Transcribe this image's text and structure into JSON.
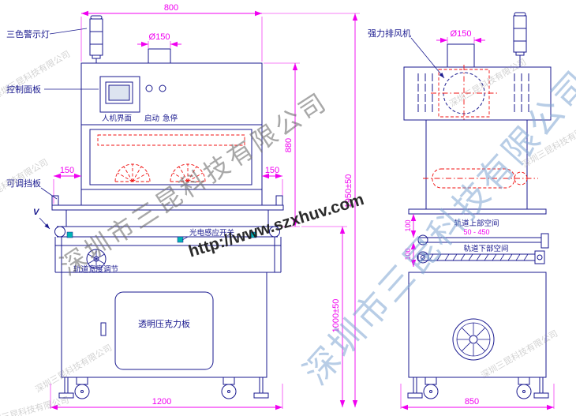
{
  "drawing": {
    "front_view": {
      "labels": {
        "warning_light": "三色警示灯",
        "control_panel": "控制面板",
        "hmi": "人机界面",
        "start_btn": "启动",
        "estop_btn": "急停",
        "adjustable_baffle": "可调挡板",
        "v_mark": "V",
        "photo_sensor": "光电感应开关",
        "track_width_adjust": "轨道宽度调节",
        "acrylic_panel": "透明压克力板"
      },
      "dims": {
        "top_width": "800",
        "duct_dia": "Ø150",
        "left_overhang": "150",
        "right_overhang": "150",
        "upper_height": "880",
        "total_height": "1950±50",
        "lower_height": "1000±50",
        "base_width": "1200"
      }
    },
    "side_view": {
      "labels": {
        "exhaust_fan": "强力排风机",
        "track_upper_space": "轨道上部空间",
        "track_upper_range": "50 - 450",
        "track_lower_space": "轨道下部空间"
      },
      "dims": {
        "duct_dia": "Ø150",
        "upper_gap": "100",
        "lower_gap": "100",
        "base_width": "850"
      }
    }
  },
  "watermarks": {
    "company_gray": "深圳市三昆科技有限公司",
    "company_blue": "深圳市三昆科技有限公司",
    "url": "http://www.szxhuv.com",
    "corner_mark": "深圳三昆科技有限公司"
  },
  "colors": {
    "line": "#1a1a8f",
    "dimension": "#f000f0",
    "detail_red": "#f01010",
    "light_red": "#ff2a2a",
    "light_yellow": "#ffe400",
    "light_green": "#1fa53f",
    "sensor": "#00b4b4"
  }
}
